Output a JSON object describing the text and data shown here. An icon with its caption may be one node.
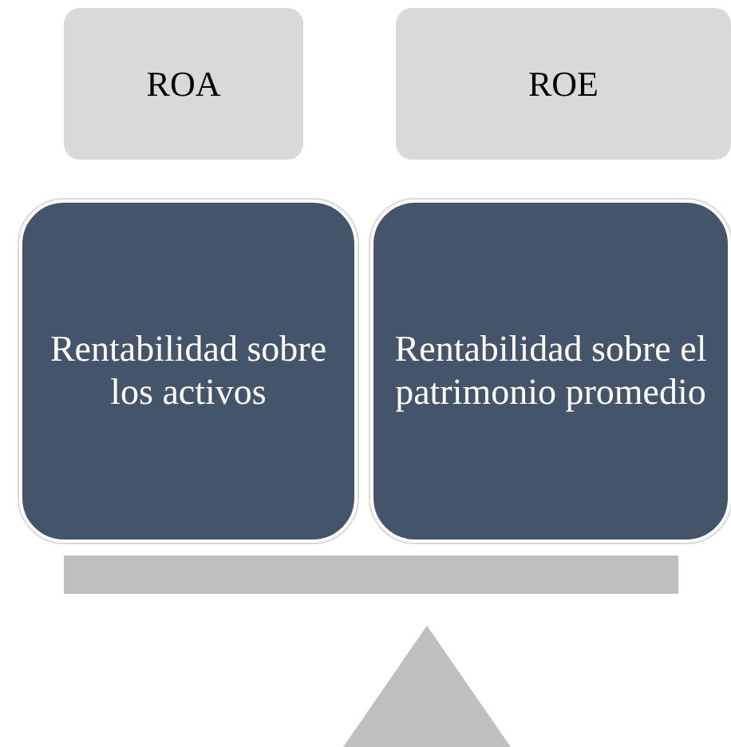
{
  "diagram": {
    "nodes": [
      {
        "text": [
          "ROA"
        ]
      },
      {
        "text": [
          "ROE"
        ]
      },
      {
        "text": [
          "Rentabilidad sobre los activos"
        ]
      },
      {
        "text": [
          "Rentabilidad sobre el patrimonio promedio"
        ]
      },
      {
        "text": [],
        "shape": "bar"
      },
      {
        "text": [],
        "shape": "triangle"
      }
    ],
    "edges": []
  }
}
